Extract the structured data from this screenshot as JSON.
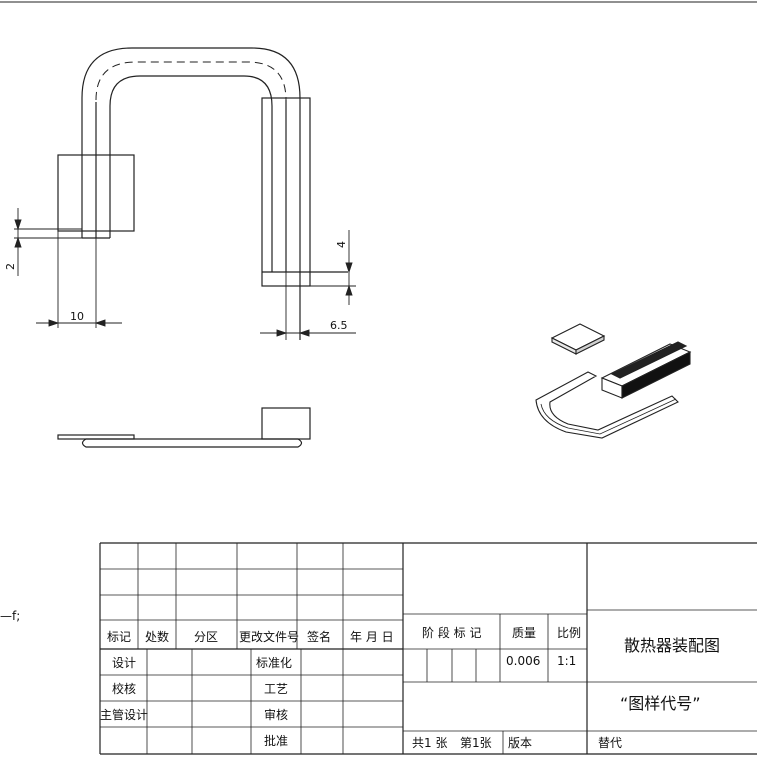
{
  "drawing": {
    "dimensions": {
      "d_2": "2",
      "d_10": "10",
      "d_4": "4",
      "d_6_5": "6.5"
    },
    "margin_note": "—f;"
  },
  "title_block": {
    "header_row": {
      "mark": "标记",
      "count": "处数",
      "zone": "分区",
      "change_doc": "更改文件号",
      "sign": "签名",
      "date": "年 月 日",
      "stage_mark": "阶 段 标 记",
      "weight": "质量",
      "scale": "比例"
    },
    "roles": {
      "design": "设计",
      "standardize": "标准化",
      "check": "校核",
      "process": "工艺",
      "chief_design": "主管设计",
      "review": "审核",
      "approve": "批准"
    },
    "weight_value": "0.006",
    "scale_value": "1:1",
    "drawing_title": "散热器装配图",
    "drawing_code": "“图样代号”",
    "sheets_total": "共1 张",
    "sheet_no": "第1张",
    "version": "版本",
    "replace": "替代"
  }
}
